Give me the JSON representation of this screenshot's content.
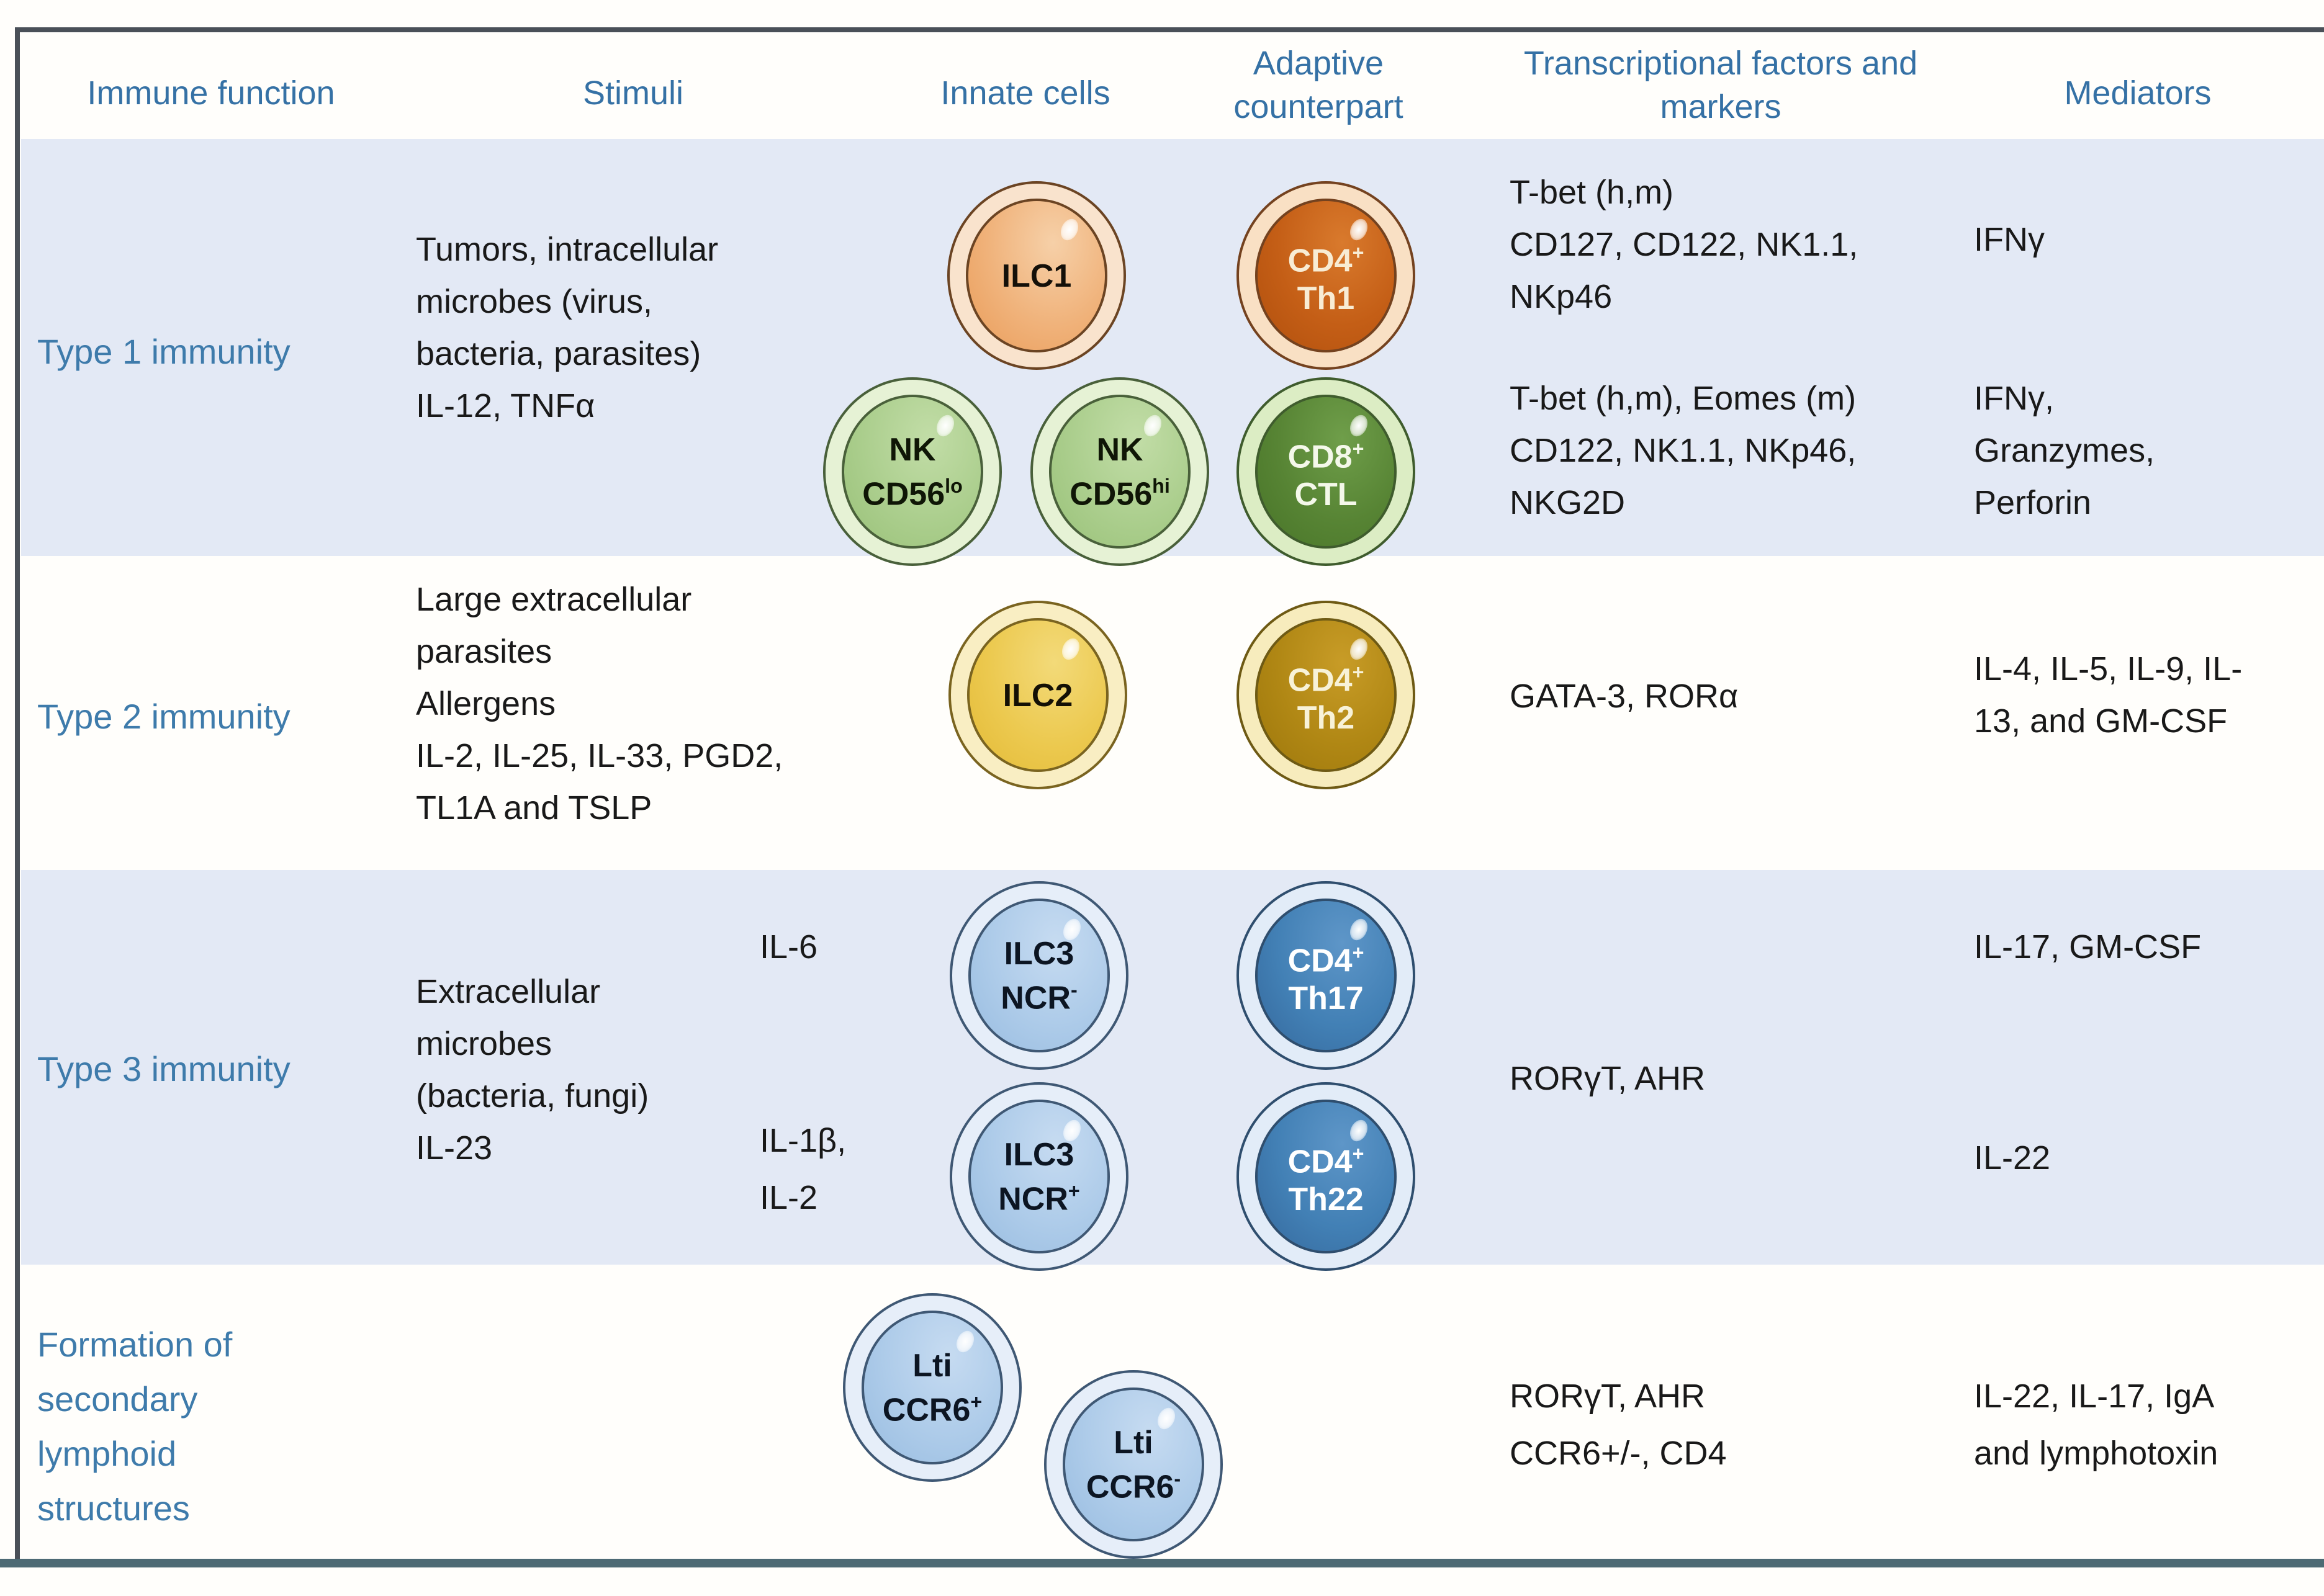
{
  "header": {
    "immune_function": "Immune function",
    "stimuli": "Stimuli",
    "innate_cells": "Innate cells",
    "adaptive_counterpart": "Adaptive counterpart",
    "transcriptional": "Transcriptional factors and markers",
    "mediators": "Mediators"
  },
  "type1": {
    "label": "Type 1 immunity",
    "stimuli": "Tumors, intracellular\nmicrobes (virus,\nbacteria, parasites)\nIL-12, TNFα",
    "cells": {
      "ilc1": {
        "line1": "ILC1"
      },
      "cd4th1": {
        "line1": "CD4",
        "line1_sup": "+",
        "line2": "Th1"
      },
      "nk_lo": {
        "line1": "NK",
        "line2": "CD56",
        "line2_sup": "lo"
      },
      "nk_hi": {
        "line1": "NK",
        "line2": "CD56",
        "line2_sup": "hi"
      },
      "cd8ctl": {
        "line1": "CD8",
        "line1_sup": "+",
        "line2": "CTL"
      }
    },
    "factors_top": "T-bet (h,m)\nCD127, CD122, NK1.1,\nNKp46",
    "mediators_top": "IFNγ",
    "factors_bottom": "T-bet (h,m), Eomes (m)\nCD122, NK1.1, NKp46,\nNKG2D",
    "mediators_bottom": "IFNγ,\nGranzymes,\nPerforin"
  },
  "type2": {
    "label": "Type 2 immunity",
    "stimuli": "Large extracellular\nparasites\nAllergens\nIL-2, IL-25, IL-33, PGD2,\nTL1A and TSLP",
    "cells": {
      "ilc2": {
        "line1": "ILC2"
      },
      "cd4th2": {
        "line1": "CD4",
        "line1_sup": "+",
        "line2": "Th2"
      }
    },
    "factors": "GATA-3, RORα",
    "mediators": "IL-4, IL-5, IL-9, IL-\n13, and GM-CSF"
  },
  "type3": {
    "label": "Type 3 immunity",
    "stimuli": "Extracellular\nmicrobes\n(bacteria, fungi)\nIL-23",
    "stimulus_top": "IL-6",
    "stimulus_bottom": "IL-1β,\nIL-2",
    "cells": {
      "ilc3_ncr_neg": {
        "line1": "ILC3",
        "line2": "NCR",
        "line2_sup": "-"
      },
      "cd4th17": {
        "line1": "CD4",
        "line1_sup": "+",
        "line2": "Th17"
      },
      "ilc3_ncr_pos": {
        "line1": "ILC3",
        "line2": "NCR",
        "line2_sup": "+"
      },
      "cd4th22": {
        "line1": "CD4",
        "line1_sup": "+",
        "line2": "Th22"
      }
    },
    "factors": "RORγT, AHR",
    "mediators_top": "IL-17, GM-CSF",
    "mediators_bottom": "IL-22"
  },
  "formation": {
    "label": "Formation of\nsecondary\nlymphoid\nstructures",
    "cells": {
      "lti_pos": {
        "line1": "Lti",
        "line2": "CCR6",
        "line2_sup": "+"
      },
      "lti_neg": {
        "line1": "Lti",
        "line2": "CCR6",
        "line2_sup": "-"
      }
    },
    "factors": "RORγT, AHR\nCCR6+/-, CD4",
    "mediators": "IL-22, IL-17, IgA\nand lymphotoxin"
  },
  "palette": {
    "header_text": "#3571a5",
    "function_label_text": "#3e7bab",
    "body_text": "#191919",
    "row_band_blue": "#e3e9f5",
    "row_band_white": "#fffefb",
    "border_dark": "#4a5058",
    "bottom_bar": "#4d6a74",
    "cell_colors": {
      "ilc1": {
        "ring": "#f9e3cd",
        "fill": "#f0b27a",
        "outline": "#6b4423",
        "text": "#141009"
      },
      "cd4th1": {
        "ring": "#f9e0c4",
        "fill": "#c45e16",
        "outline": "#74421f",
        "text": "#f8ecd4"
      },
      "nk": {
        "ring": "#e6f2d5",
        "fill": "#abce8d",
        "outline": "#49603a",
        "text": "#0f1606"
      },
      "cd8ctl": {
        "ring": "#dcedc4",
        "fill": "#578434",
        "outline": "#3f5c2d",
        "text": "#f4f8ea"
      },
      "ilc2": {
        "ring": "#f9eec3",
        "fill": "#ecc94f",
        "outline": "#7a6420",
        "text": "#141005"
      },
      "cd4th2": {
        "ring": "#f7ecbd",
        "fill": "#b08714",
        "outline": "#6e5a14",
        "text": "#f8f2d8"
      },
      "ilc3_lti": {
        "ring": "#e6eef9",
        "fill": "#adcbe9",
        "outline": "#3f5874",
        "text": "#0c1522"
      },
      "cd4th_blue": {
        "ring": "#e2ecf8",
        "fill": "#4280b5",
        "outline": "#2f4e6e",
        "text": "#ffffff"
      }
    }
  }
}
